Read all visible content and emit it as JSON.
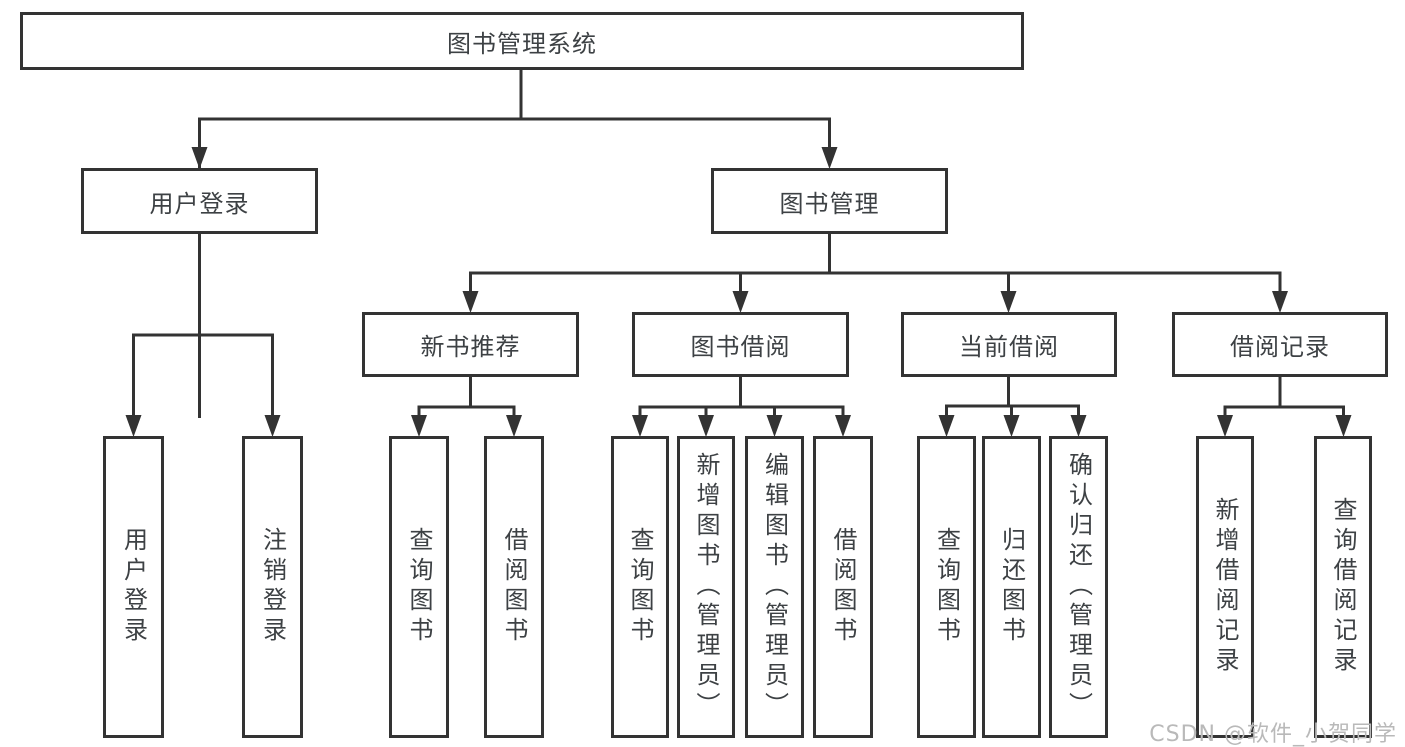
{
  "tree": {
    "root": {
      "label": "图书管理系统",
      "children": [
        {
          "label": "用户登录",
          "children": [
            {
              "label": "用户登录"
            },
            {
              "label": "注销登录"
            }
          ]
        },
        {
          "label": "图书管理",
          "children": [
            {
              "label": "新书推荐",
              "children": [
                {
                  "label": "查询图书"
                },
                {
                  "label": "借阅图书"
                }
              ]
            },
            {
              "label": "图书借阅",
              "children": [
                {
                  "label": "查询图书"
                },
                {
                  "label": "新增图书（管理员）"
                },
                {
                  "label": "编辑图书（管理员）"
                },
                {
                  "label": "借阅图书"
                }
              ]
            },
            {
              "label": "当前借阅",
              "children": [
                {
                  "label": "查询图书"
                },
                {
                  "label": "归还图书"
                },
                {
                  "label": "确认归还（管理员）"
                }
              ]
            },
            {
              "label": "借阅记录",
              "children": [
                {
                  "label": "新增借阅记录"
                },
                {
                  "label": "查询借阅记录"
                }
              ]
            }
          ]
        }
      ]
    }
  },
  "watermark": "CSDN @软件_小贺同学",
  "colors": {
    "line": "#333333",
    "text": "#3d4144",
    "background": "#ffffff",
    "watermark": "#b9b9b9"
  }
}
